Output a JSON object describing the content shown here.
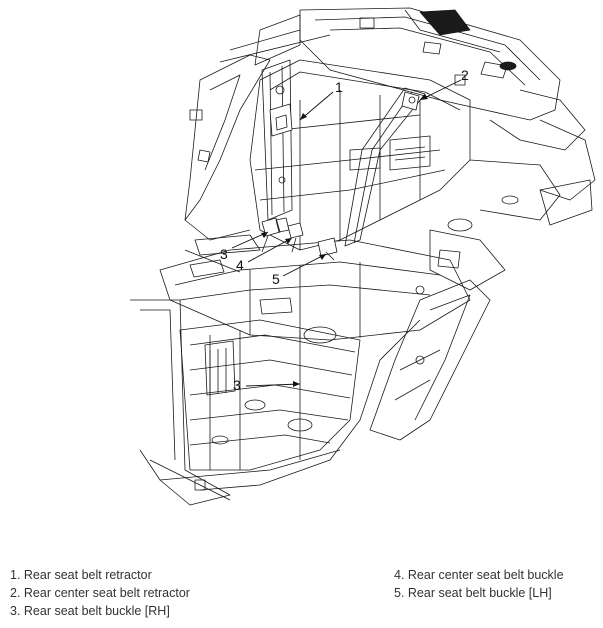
{
  "callouts": {
    "c1": "1",
    "c2": "2",
    "c3a": "3",
    "c3b": "3",
    "c4": "4",
    "c5": "5"
  },
  "legend": {
    "left": [
      "1. Rear seat belt retractor",
      "2. Rear center seat belt retractor",
      "3. Rear seat belt buckle [RH]"
    ],
    "right": [
      "4. Rear center seat belt buckle",
      "5. Rear seat belt buckle [LH]"
    ]
  }
}
